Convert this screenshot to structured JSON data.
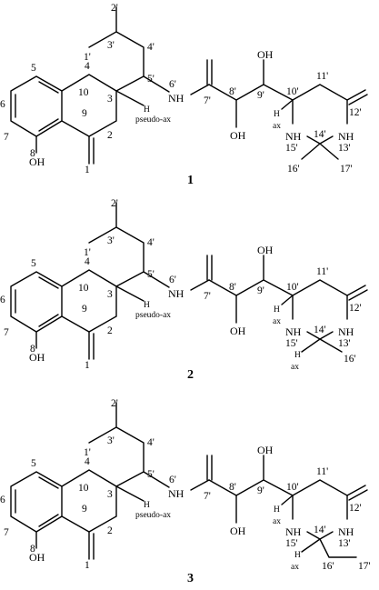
{
  "compounds": [
    {
      "number": "1",
      "locants": {
        "c1": "1",
        "o2": "2",
        "c3": "3",
        "c4": "4",
        "c5": "5",
        "c6": "6",
        "c7": "7",
        "c8": "8",
        "c9": "9",
        "c10": "10",
        "p1": "1'",
        "p2": "2'",
        "p3": "3'",
        "p4": "4'",
        "p5": "5'",
        "p6": "6'",
        "p7": "7'",
        "p8": "8'",
        "p9": "9'",
        "p10": "10'",
        "p11": "11'",
        "p12": "12'",
        "p13": "13'",
        "p14": "14'",
        "p15": "15'",
        "p16": "16'",
        "p17": "17'"
      },
      "atoms": {
        "nh6": "NH",
        "oh8": "OH",
        "oh8p": "OH",
        "oh9p": "OH",
        "nh15": "NH",
        "nh13": "NH",
        "h3": "H",
        "h10": "H"
      },
      "annotations": {
        "pseudo": "pseudo-ax",
        "ax10": "ax"
      }
    },
    {
      "number": "2",
      "locants": {
        "c1": "1",
        "o2": "2",
        "c3": "3",
        "c4": "4",
        "c5": "5",
        "c6": "6",
        "c7": "7",
        "c8": "8",
        "c9": "9",
        "c10": "10",
        "p1": "1'",
        "p2": "2'",
        "p3": "3'",
        "p4": "4'",
        "p5": "5'",
        "p6": "6'",
        "p7": "7'",
        "p8": "8'",
        "p9": "9'",
        "p10": "10'",
        "p11": "11'",
        "p12": "12'",
        "p13": "13'",
        "p14": "14'",
        "p15": "15'",
        "p16": "16'"
      },
      "atoms": {
        "nh6": "NH",
        "oh8": "OH",
        "oh8p": "OH",
        "oh9p": "OH",
        "nh15": "NH",
        "nh13": "NH",
        "h3": "H",
        "h10": "H",
        "h14": "H"
      },
      "annotations": {
        "pseudo": "pseudo-ax",
        "ax10": "ax",
        "ax14": "ax"
      }
    },
    {
      "number": "3",
      "locants": {
        "c1": "1",
        "o2": "2",
        "c3": "3",
        "c4": "4",
        "c5": "5",
        "c6": "6",
        "c7": "7",
        "c8": "8",
        "c9": "9",
        "c10": "10",
        "p1": "1'",
        "p2": "2'",
        "p3": "3'",
        "p4": "4'",
        "p5": "5'",
        "p6": "6'",
        "p7": "7'",
        "p8": "8'",
        "p9": "9'",
        "p10": "10'",
        "p11": "11'",
        "p12": "12'",
        "p13": "13'",
        "p14": "14'",
        "p15": "15'",
        "p16": "16'",
        "p17": "17'"
      },
      "atoms": {
        "nh6": "NH",
        "oh8": "OH",
        "oh8p": "OH",
        "oh9p": "OH",
        "nh15": "NH",
        "nh13": "NH",
        "h3": "H",
        "h10": "H",
        "h14": "H"
      },
      "annotations": {
        "pseudo": "pseudo-ax",
        "ax10": "ax",
        "ax14": "ax"
      }
    }
  ]
}
